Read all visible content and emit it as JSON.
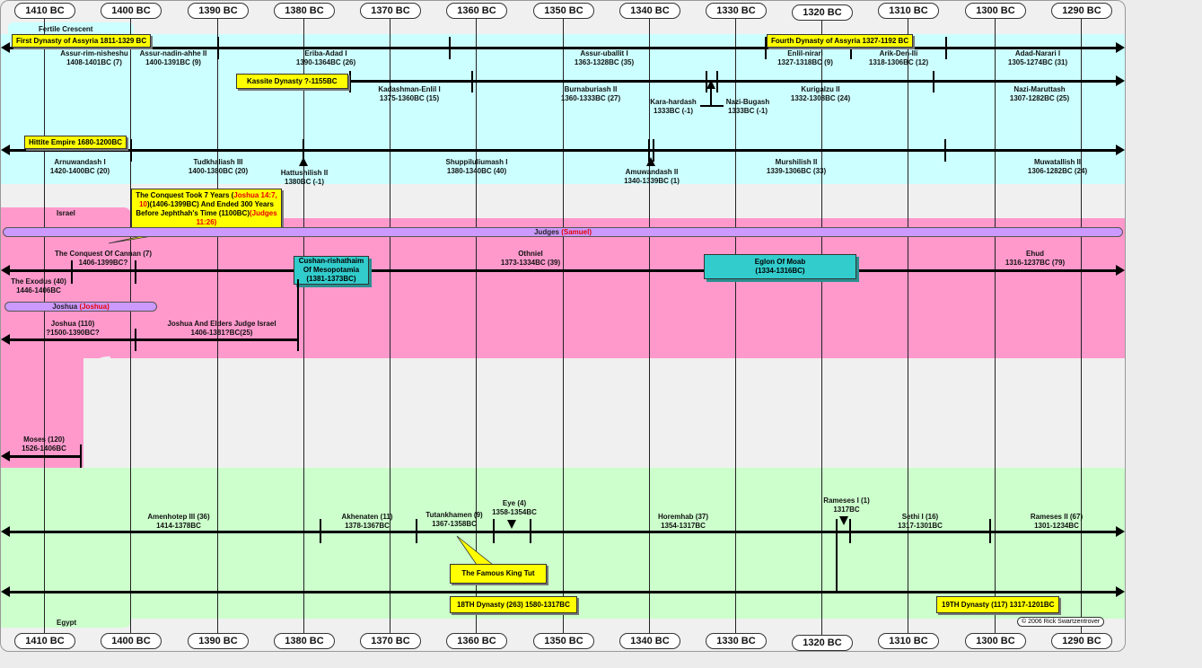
{
  "years": [
    "1410 BC",
    "1400 BC",
    "1390 BC",
    "1380 BC",
    "1370 BC",
    "1360 BC",
    "1350 BC",
    "1340 BC",
    "1330 BC",
    "1320 BC",
    "1310 BC",
    "1300 BC",
    "1290 BC"
  ],
  "regions": {
    "fertile": "Fertile Crescent",
    "israel": "Israel",
    "egypt": "Egypt"
  },
  "assyria": {
    "box1": "First Dynasty of  Assyria 1811-1329 BC",
    "box2": "Fourth Dynasty of  Assyria 1327-1192 BC",
    "kings": [
      {
        "name": "Assur-rim-nisheshu",
        "dates": "1408-1401BC (7)"
      },
      {
        "name": "Assur-nadin-ahhe II",
        "dates": "1400-1391BC (9)"
      },
      {
        "name": "Eriba-Adad I",
        "dates": "1390-1364BC (26)"
      },
      {
        "name": "Assur-uballit I",
        "dates": "1363-1328BC (35)"
      },
      {
        "name": "Enlil-nirari",
        "dates": "1327-1318BC (9)"
      },
      {
        "name": "Arik-Den-Ili",
        "dates": "1318-1306BC (12)"
      },
      {
        "name": "Adad-Narari I",
        "dates": "1305-1274BC (31)"
      }
    ]
  },
  "kassite": {
    "box": "Kassite Dynasty ?-1155BC",
    "kings": [
      {
        "name": "Kadashman-Enlil I",
        "dates": "1375-1360BC (15)"
      },
      {
        "name": "Burnaburiash II",
        "dates": "1360-1333BC (27)"
      },
      {
        "name": "Kara-hardash",
        "dates": "1333BC (-1)"
      },
      {
        "name": "Nazi-Bugash",
        "dates": "1333BC (-1)"
      },
      {
        "name": "Kurigalzu II",
        "dates": "1332-1308BC (24)"
      },
      {
        "name": "Nazi-Maruttash",
        "dates": "1307-1282BC (25)"
      }
    ]
  },
  "hittite": {
    "box": "Hittite Empire 1680-1200BC",
    "kings": [
      {
        "name": "Arnuwandash I",
        "dates": "1420-1400BC (20)"
      },
      {
        "name": "Tudkhaliash III",
        "dates": "1400-1380BC (20)"
      },
      {
        "name": "Hattushilish II",
        "dates": "1380BC (-1)"
      },
      {
        "name": "Shuppiluliumash I",
        "dates": "1380-1340BC (40)"
      },
      {
        "name": "Amuwandash II",
        "dates": "1340-1339BC (1)"
      },
      {
        "name": "Murshilish II",
        "dates": "1339-1306BC (33)"
      },
      {
        "name": "Muwatallish II",
        "dates": "1306-1282BC (24)"
      }
    ]
  },
  "israel": {
    "callout_a": "The Conquest Took 7 Years (",
    "callout_ref1": "Joshua 14:7, 10",
    "callout_b": ")(1406-1399BC) And Ended 300 Years Before Jephthah's Time (1100BC)",
    "callout_ref2": "(Judges 11:26)",
    "judges_pill": "Judges ",
    "judges_ref": "(Samuel)",
    "joshua_pill": "Joshua ",
    "joshua_ref": "(Joshua)",
    "conquest": {
      "name": "The Conquest Of Cannan (7)",
      "dates": "1406-1399BC?"
    },
    "exodus": {
      "name": "The Exodus (40)",
      "dates": "1446-1406BC"
    },
    "cushan": "Cushan-rishathaim Of Mesopotamia (1381-1373BC)",
    "othniel": {
      "name": "Othniel",
      "dates": "1373-1334BC (39)"
    },
    "eglon": {
      "name": "Eglon Of Moab",
      "dates": "(1334-1316BC)"
    },
    "ehud": {
      "name": "Ehud",
      "dates": "1316-1237BC (79)"
    },
    "joshua": {
      "name": "Joshua (110)",
      "dates": "?1500-1390BC?"
    },
    "elders": {
      "name": "Joshua And Elders Judge Israel",
      "dates": "1406-1381?BC(25)"
    },
    "moses": {
      "name": "Moses (120)",
      "dates": "1526-1406BC"
    }
  },
  "egypt": {
    "kings": [
      {
        "name": "Amenhotep III (36)",
        "dates": "1414-1378BC"
      },
      {
        "name": "Akhenaten (11)",
        "dates": "1378-1367BC"
      },
      {
        "name": "Tutankhamen (9)",
        "dates": "1367-1358BC"
      },
      {
        "name": "Eye (4)",
        "dates": "1358-1354BC"
      },
      {
        "name": "Horemhab (37)",
        "dates": "1354-1317BC"
      },
      {
        "name": "Rameses I (1)",
        "dates": "1317BC"
      },
      {
        "name": "Sethi I (16)",
        "dates": "1317-1301BC"
      },
      {
        "name": "Rameses II (67)",
        "dates": "1301-1234BC"
      }
    ],
    "tut_box": "The Famous King Tut",
    "dyn18": "18TH Dynasty (263) 1580-1317BC",
    "dyn19": "19TH Dynasty (117) 1317-1201BC"
  },
  "copyright": "© 2006 Rick Swartzentrover",
  "colors": {
    "fertile": "#ccffff",
    "israel": "#ff99cc",
    "egypt": "#ccffcc",
    "yellow": "#ffff00",
    "teal": "#33cccc",
    "purple": "#cc99ff",
    "red": "#e60000"
  }
}
